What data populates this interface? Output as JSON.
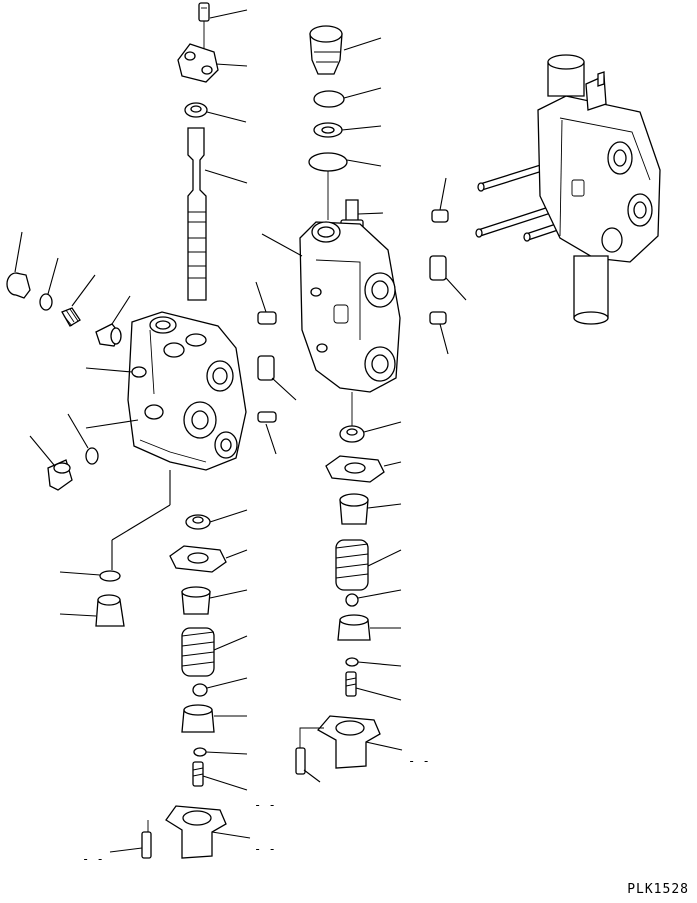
{
  "drawing_code": "PLK1528",
  "blank_reference_mark": "- -",
  "icons": [
    "valve-section-exploded",
    "valve-assembly-overview"
  ]
}
